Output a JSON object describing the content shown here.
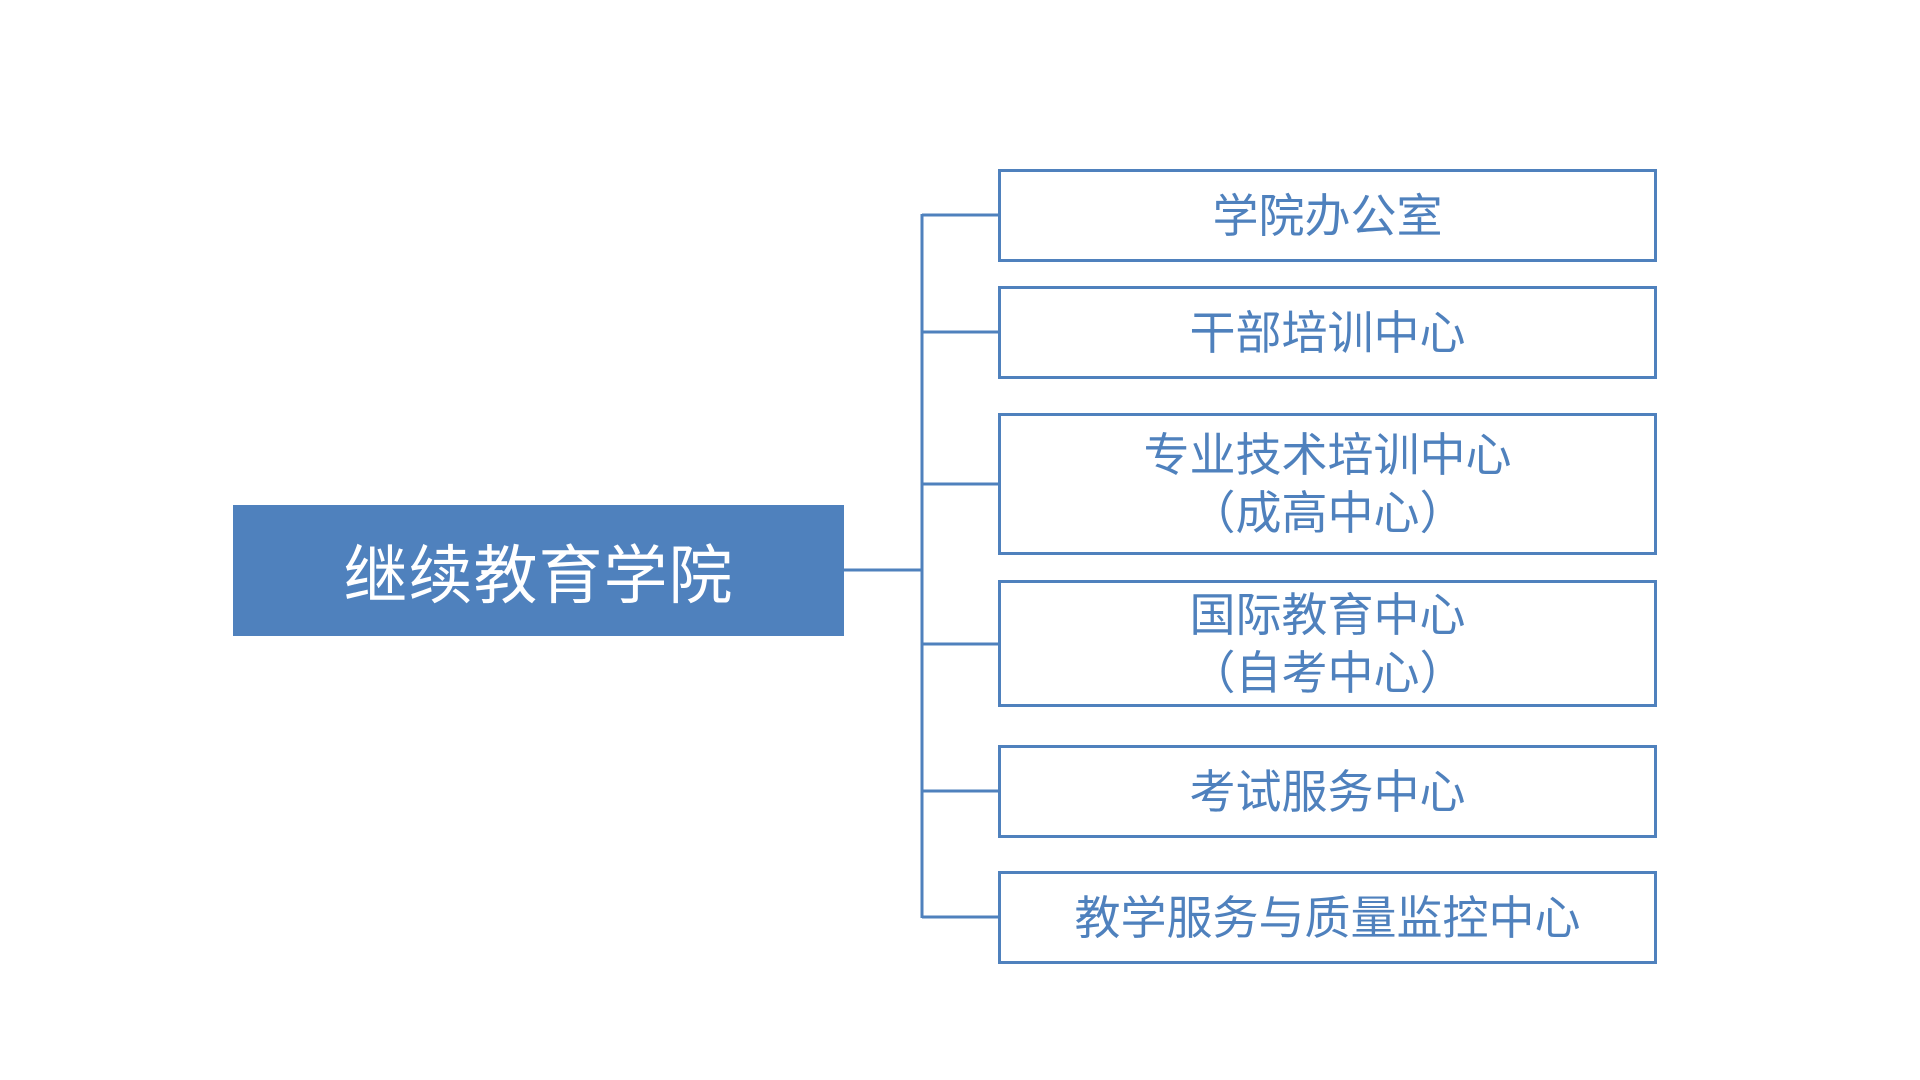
{
  "root": {
    "label": "继续教育学院"
  },
  "children": [
    {
      "line1": "学院办公室",
      "line2": ""
    },
    {
      "line1": "干部培训中心",
      "line2": ""
    },
    {
      "line1": "专业技术培训中心",
      "line2": "（成高中心）"
    },
    {
      "line1": "国际教育中心",
      "line2": "（自考中心）"
    },
    {
      "line1": "考试服务中心",
      "line2": ""
    },
    {
      "line1": "教学服务与质量监控中心",
      "line2": ""
    }
  ],
  "colors": {
    "accent": "#4f81bd",
    "background": "#ffffff",
    "root_text": "#ffffff"
  }
}
